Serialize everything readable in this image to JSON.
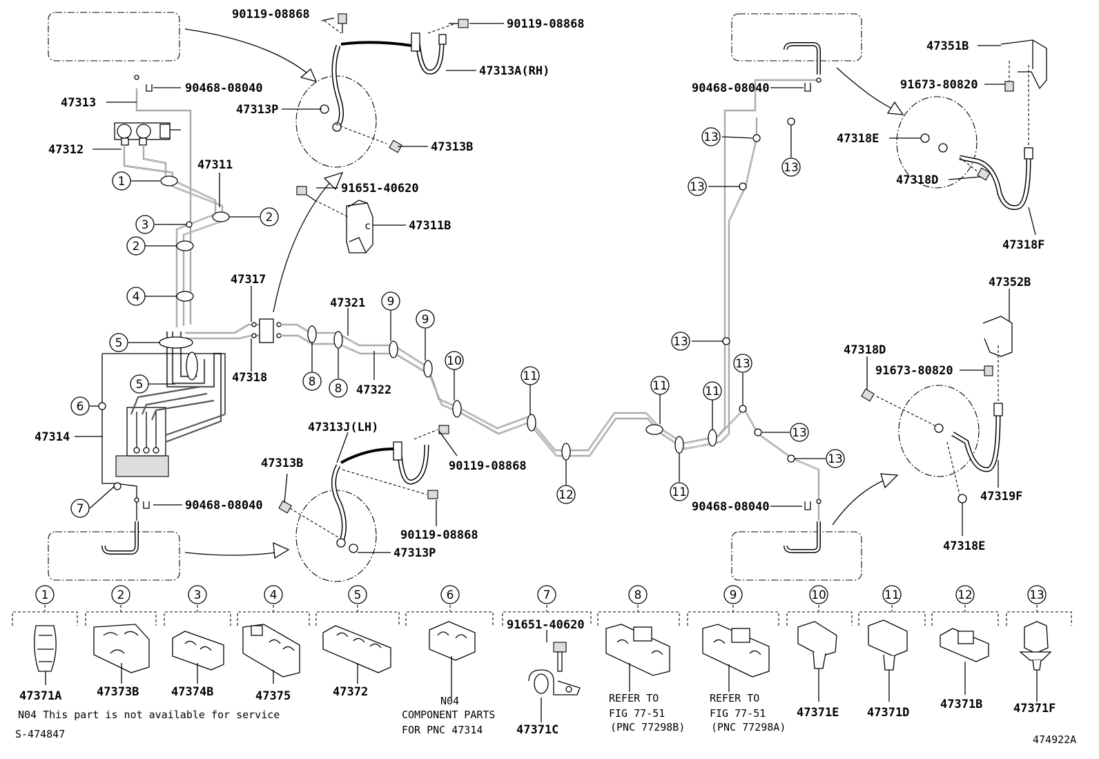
{
  "labels": {
    "p_90119_08868_a": "90119-08868",
    "p_90119_08868_b": "90119-08868",
    "p_47313A": "47313A(RH)",
    "p_90468_08040_a": "90468-08040",
    "p_47313": "47313",
    "p_47313P_a": "47313P",
    "p_47312": "47312",
    "p_47313B_a": "47313B",
    "p_47311": "47311",
    "p_91651_40620_a": "91651-40620",
    "p_47311B": "47311B",
    "p_47317": "47317",
    "p_47321": "47321",
    "p_47318": "47318",
    "p_47322": "47322",
    "p_47314": "47314",
    "p_47313J": "47313J(LH)",
    "p_47313B_b": "47313B",
    "p_90119_08868_c": "90119-08868",
    "p_90468_08040_b": "90468-08040",
    "p_90119_08868_d": "90119-08868",
    "p_47313P_b": "47313P",
    "p_90468_08040_c": "90468-08040",
    "p_90468_08040_d": "90468-08040",
    "p_47351B": "47351B",
    "p_91673_80820_a": "91673-80820",
    "p_47318E_a": "47318E",
    "p_47318D_a": "47318D",
    "p_47318F": "47318F",
    "p_47352B": "47352B",
    "p_47318D_b": "47318D",
    "p_91673_80820_b": "91673-80820",
    "p_47319F": "47319F",
    "p_47318E_b": "47318E"
  },
  "callouts": [
    "1",
    "2",
    "3",
    "4",
    "5",
    "6",
    "7",
    "8",
    "9",
    "10",
    "11",
    "12",
    "13"
  ],
  "legend": {
    "l1": "47371A",
    "l2": "47373B",
    "l3": "47374B",
    "l4": "47375",
    "l5": "47372",
    "l6_note": "N04",
    "l6_line1": "COMPONENT PARTS",
    "l6_line2": "FOR PNC 47314",
    "l7_bolt": "91651-40620",
    "l7": "47371C",
    "l8_line1": "REFER TO",
    "l8_line2": "FIG 77-51",
    "l8_line3": "(PNC 77298B)",
    "l9_line1": "REFER TO",
    "l9_line2": "FIG 77-51",
    "l9_line3": "(PNC 77298A)",
    "l10": "47371E",
    "l11": "47371D",
    "l12": "47371B",
    "l13": "47371F"
  },
  "footnote": "N04 This part is not available for service",
  "ref_left": "S-474847",
  "ref_right": "474922A"
}
